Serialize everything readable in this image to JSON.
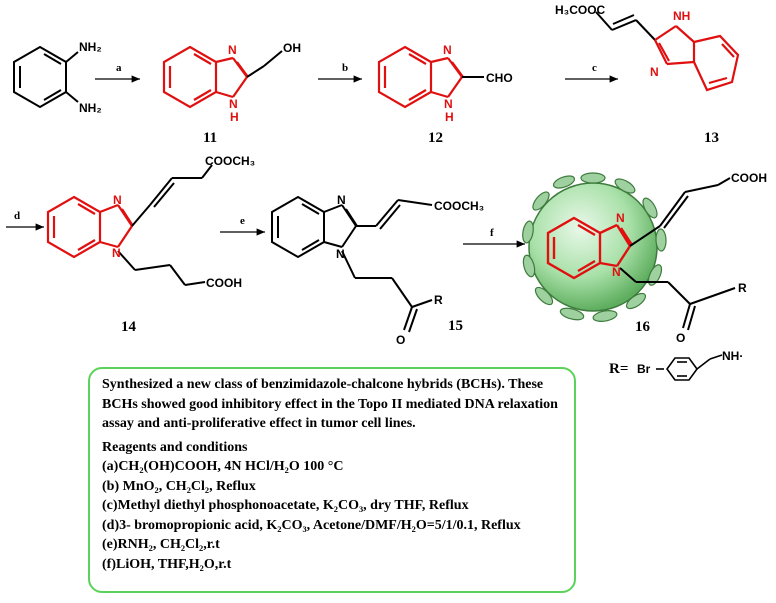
{
  "compounds": {
    "c11": "11",
    "c12": "12",
    "c13": "13",
    "c14": "14",
    "c15": "15",
    "c16": "16"
  },
  "atoms": {
    "nh2_top": "NH₂",
    "nh2_bottom": "NH₂",
    "n": "N",
    "h": "H",
    "oh": "OH",
    "cho": "CHO",
    "nh": "NH",
    "h3cooc": "H₃COOC",
    "cooch3": "COOCH₃",
    "cooh": "COOH",
    "o": "O",
    "r": "R",
    "r_def": "R=",
    "br": "Br",
    "nh_dot": "NH·"
  },
  "steps": {
    "a": "a",
    "b": "b",
    "c": "c",
    "d": "d",
    "e": "e",
    "f": "f"
  },
  "summary": "Synthesized a new class of benzimidazole-chalcone hybrids (BCHs). These BCHs showed good inhibitory effect in the Topo II mediated DNA relaxation assay and anti-proliferative effect in tumor cell lines.",
  "conditions_header": "Reagents and conditions",
  "conditions": [
    "(a)CH₂(OH)COOH, 4N HCl/H₂O 100 °C",
    "(b) MnO₂, CH₂Cl₂, Reflux",
    "(c)Methyl diethyl phosphonoacetate, K₂CO₃, dry THF, Reflux",
    "(d)3- bromopropionic acid, K₂CO₃, Acetone/DMF/H₂O=5/1/0.1, Reflux",
    "(e)RNH₂, CH₂Cl₂,r.t",
    "(f)LiOH, THF,H₂O,r.t"
  ],
  "colors": {
    "scaffold": "#e01010",
    "bond": "#000000",
    "box_border": "#5bd35b",
    "sphere": "#8fd18f"
  }
}
